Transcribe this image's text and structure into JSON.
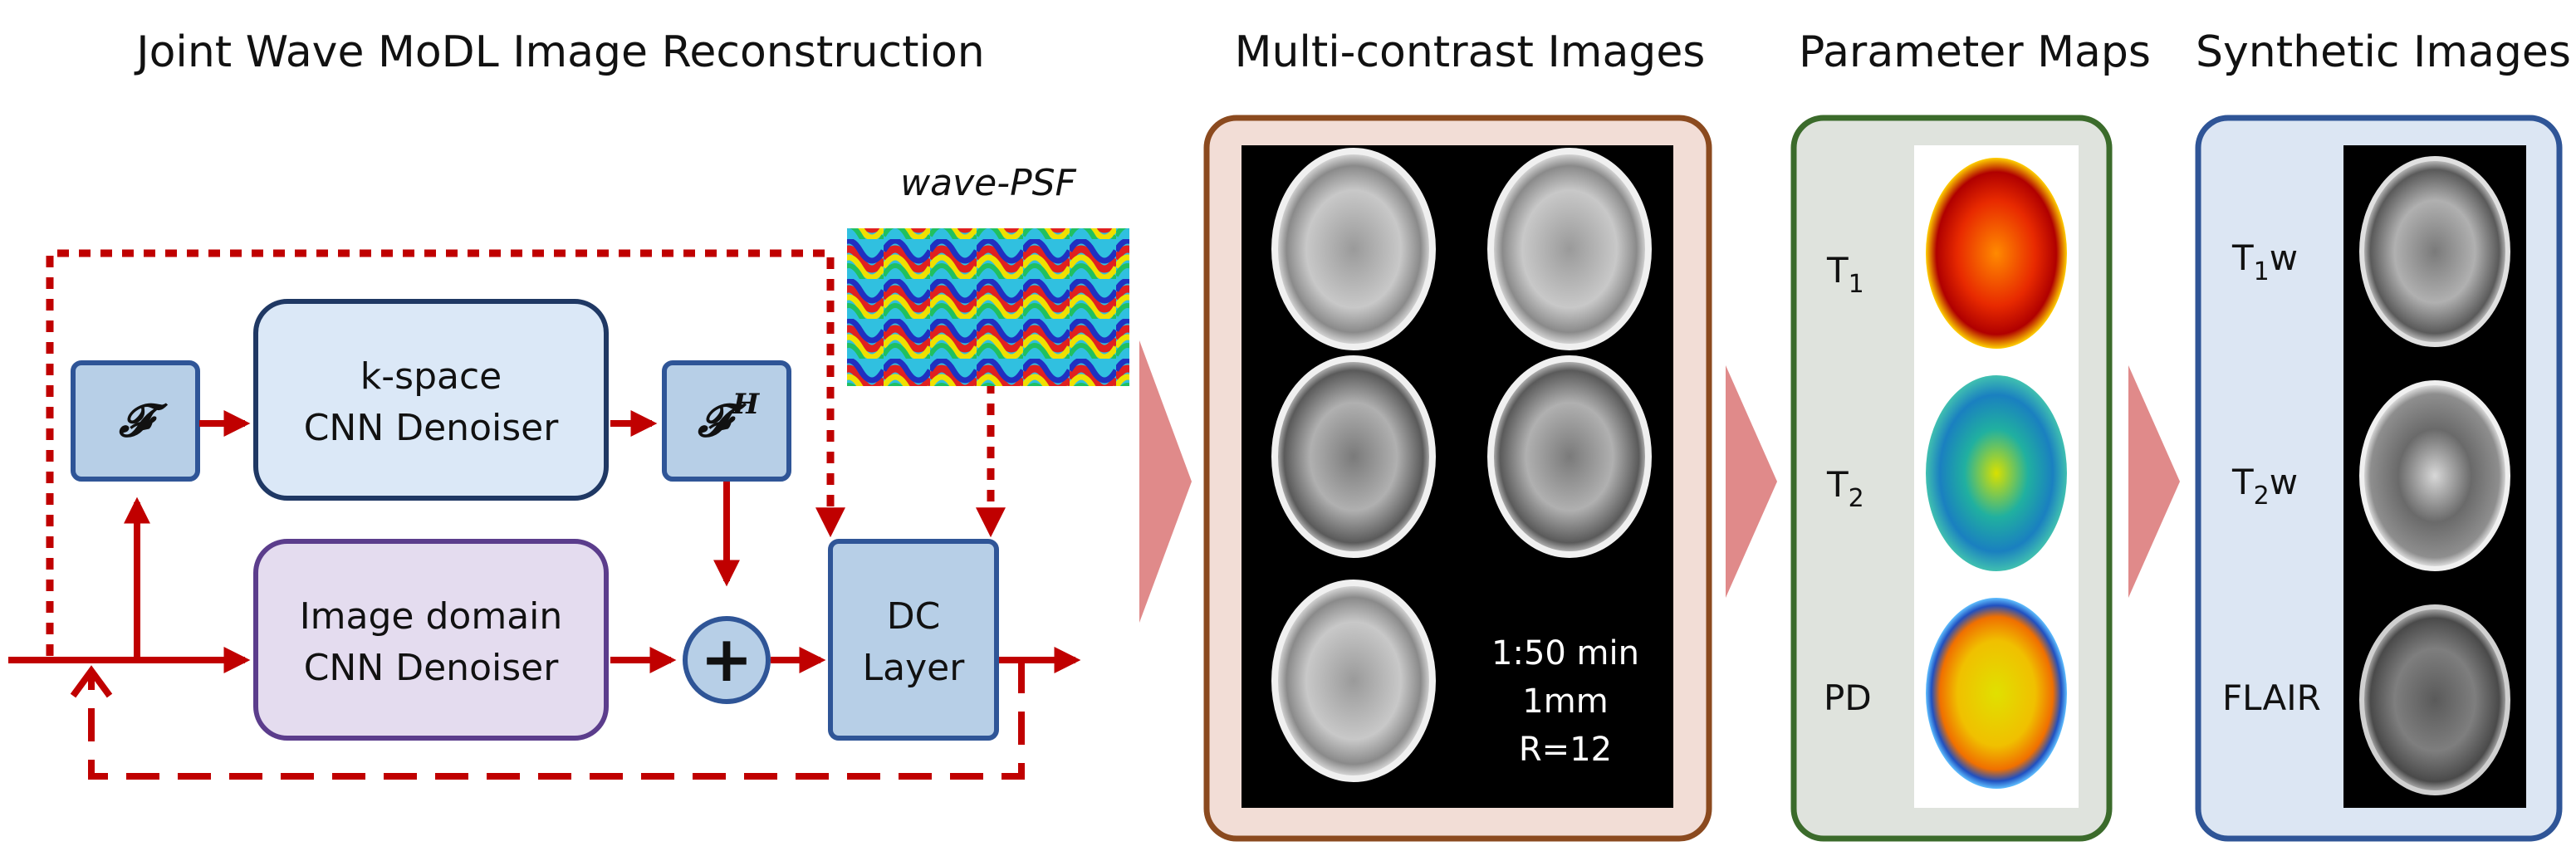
{
  "titles": {
    "reconstruction": "Joint Wave MoDL Image Reconstruction",
    "multicontrast": "Multi-contrast Images",
    "param_maps": "Parameter Maps",
    "synthetic": "Synthetic Images"
  },
  "blocks": {
    "fourier": "𝓕",
    "fourier_h": "𝓕",
    "fourier_h_sup": "H",
    "kspace_line1": "k-space",
    "kspace_line2": "CNN Denoiser",
    "image_line1": "Image domain",
    "image_line2": "CNN Denoiser",
    "sum": "+",
    "dc_line1": "DC",
    "dc_line2": "Layer",
    "wave_psf": "wave-PSF"
  },
  "scan_info": {
    "time": "1:50 min",
    "resolution": "1mm",
    "acceleration": "R=12"
  },
  "param_labels": {
    "t1_base": "T",
    "t1_sub": "1",
    "t2_base": "T",
    "t2_sub": "2",
    "pd": "PD"
  },
  "synthetic_labels": {
    "t1w_base": "T",
    "t1w_sub": "1",
    "t1w_suffix": "w",
    "t2w_base": "T",
    "t2w_sub": "2",
    "t2w_suffix": "w",
    "flair": "FLAIR"
  },
  "colors": {
    "arrow_red": "#c00000",
    "kspace_fill": "#dbe8f7",
    "kspace_border": "#1f3864",
    "image_fill": "#e4dcef",
    "image_border": "#5b3d8c",
    "op_fill": "#b7cfe7",
    "op_border": "#2f5597",
    "panel_brown": "#8b4a1f",
    "panel_brown_fill": "#f2ddd6",
    "panel_green": "#3b6b2b",
    "panel_green_fill": "#dfe3dd",
    "panel_blue": "#2f5597",
    "panel_blue_fill": "#dce6f3",
    "chevron": "#e08a8a"
  }
}
